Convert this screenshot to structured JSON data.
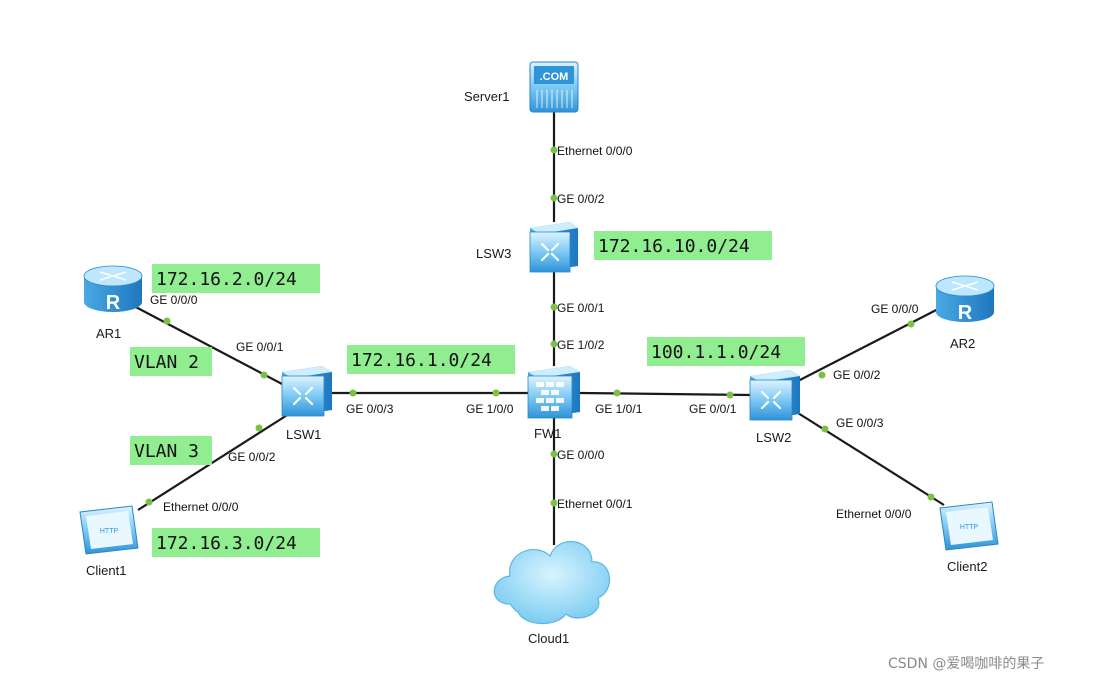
{
  "devices": {
    "server1": "Server1",
    "server_icon_text": ".COM",
    "lsw3": "LSW3",
    "ar1": "AR1",
    "lsw1": "LSW1",
    "fw1": "FW1",
    "lsw2": "LSW2",
    "ar2": "AR2",
    "client1": "Client1",
    "client2": "Client2",
    "cloud1": "Cloud1",
    "client_icon_text": "HTTP"
  },
  "ports": {
    "server1_eth": "Ethernet 0/0/0",
    "lsw3_ge002": "GE 0/0/2",
    "lsw3_ge001": "GE 0/0/1",
    "fw1_ge102": "GE 1/0/2",
    "ar1_ge000": "GE 0/0/0",
    "lsw1_ge001": "GE 0/0/1",
    "lsw1_ge003": "GE 0/0/3",
    "fw1_ge100": "GE 1/0/0",
    "fw1_ge101": "GE 1/0/1",
    "lsw2_ge001": "GE 0/0/1",
    "lsw1_ge002": "GE 0/0/2",
    "client1_eth": "Ethernet 0/0/0",
    "fw1_ge000": "GE 0/0/0",
    "cloud1_eth": "Ethernet 0/0/1",
    "ar2_ge000": "GE 0/0/0",
    "lsw2_ge002": "GE 0/0/2",
    "lsw2_ge003": "GE 0/0/3",
    "client2_eth": "Ethernet 0/0/0"
  },
  "annotations": {
    "net_lsw3": "172.16.10.0/24",
    "net_ar1": "172.16.2.0/24",
    "vlan2": "VLAN 2",
    "net_fw_lsw1": "172.16.1.0/24",
    "net_fw_lsw2": "100.1.1.0/24",
    "vlan3": "VLAN 3",
    "net_client1": "172.16.3.0/24"
  },
  "watermark": "CSDN @爱喝咖啡的果子",
  "colors": {
    "annotation_bg": "#90ee90",
    "link": "#1a1a1a",
    "port_dot": "#7bc142",
    "device_blue": "#3a9fe0"
  }
}
